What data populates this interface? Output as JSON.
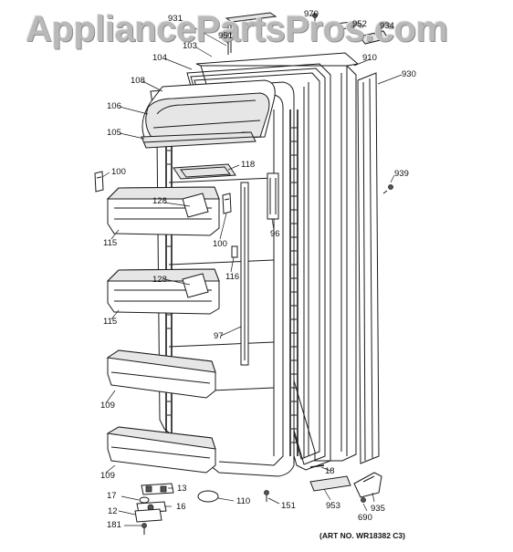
{
  "watermark": "AppliancePartsPros.com",
  "art_number": "(ART NO. WR18382 C3)",
  "callouts": [
    "931",
    "970",
    "952",
    "934",
    "951",
    "103",
    "104",
    "910",
    "930",
    "108",
    "106",
    "105",
    "100",
    "118",
    "939",
    "128",
    "96",
    "115",
    "100",
    "116",
    "128",
    "115",
    "97",
    "109",
    "109",
    "18",
    "13",
    "17",
    "16",
    "12",
    "110",
    "151",
    "953",
    "935",
    "690",
    "181"
  ],
  "colors": {
    "line": "#1a1a1a",
    "watermark": "#b9b9b9",
    "background": "#ffffff"
  }
}
